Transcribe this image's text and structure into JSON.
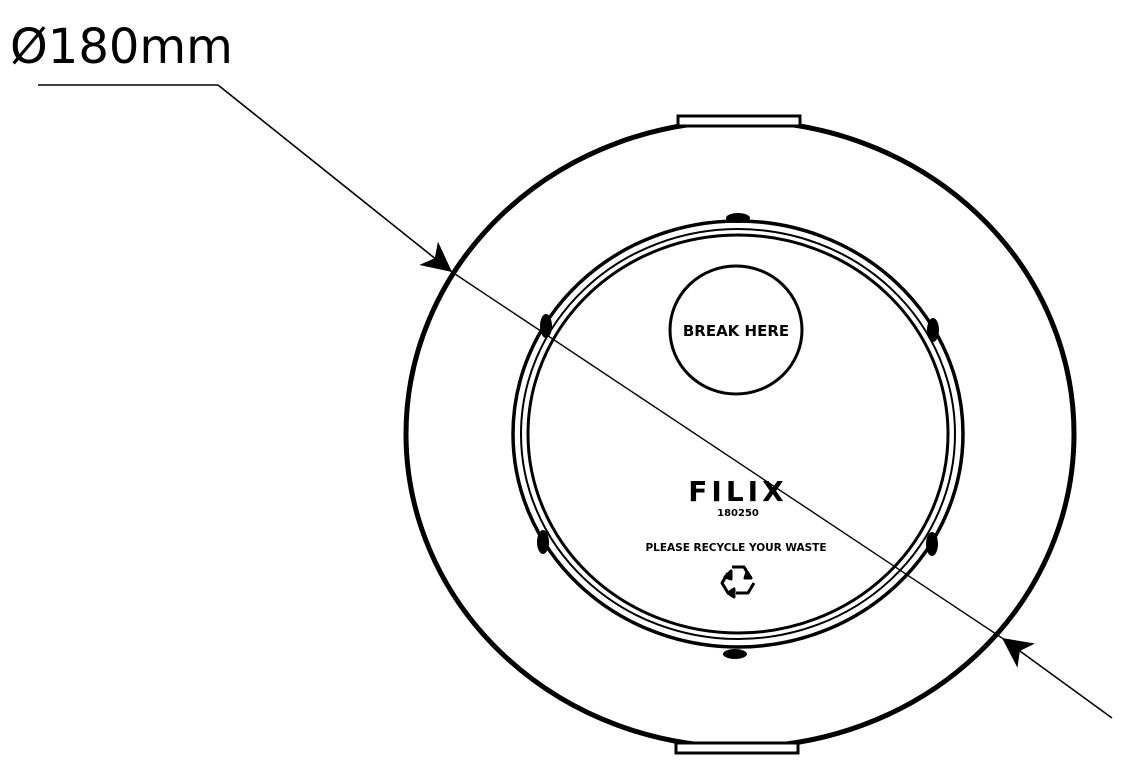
{
  "dimension": {
    "label": "Ø180mm"
  },
  "lid": {
    "break_label": "BREAK HERE",
    "brand": "FILIX",
    "code": "180250",
    "recycle_text": "PLEASE RECYCLE YOUR WASTE",
    "recycle_icon": "recycle-icon"
  },
  "colors": {
    "line": "#000000",
    "background": "#ffffff"
  }
}
